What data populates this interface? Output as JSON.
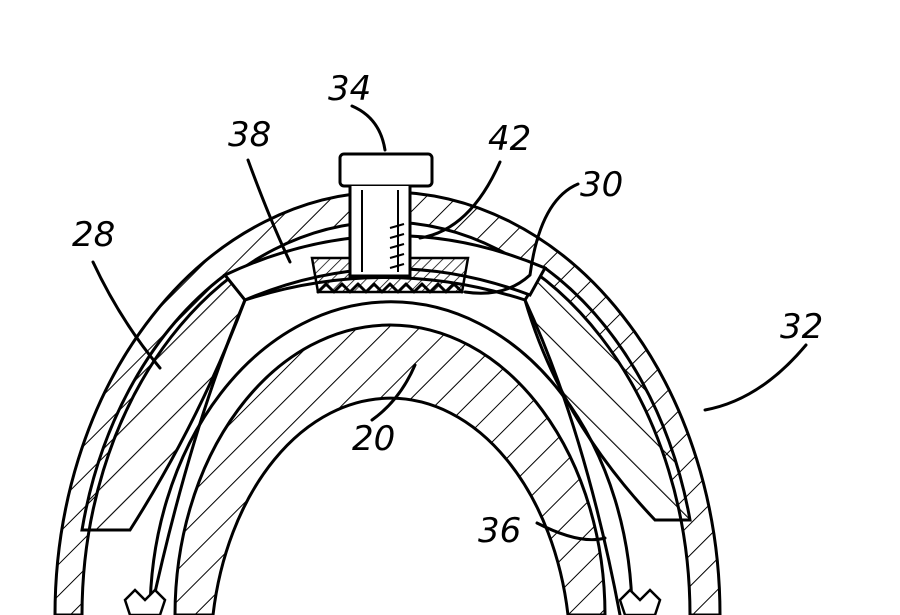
{
  "figure": {
    "reference_numerals": [
      "34",
      "38",
      "42",
      "30",
      "28",
      "32",
      "20",
      "36"
    ]
  }
}
